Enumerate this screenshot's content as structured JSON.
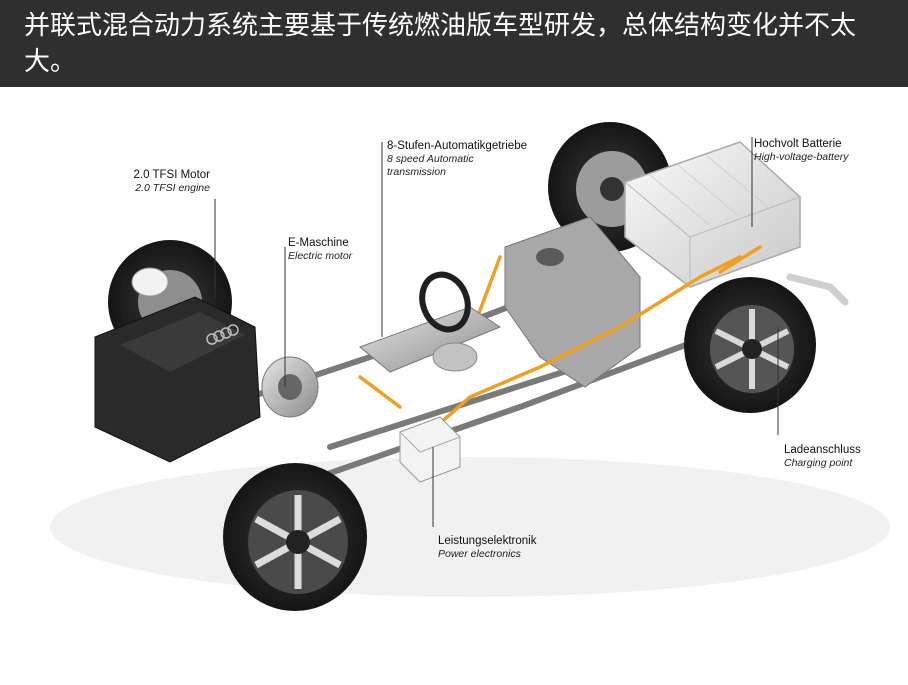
{
  "caption": "并联式混合动力系统主要基于传统燃油版车型研发，总体结构变化并不太大。",
  "labels": {
    "engine": {
      "de": "2.0 TFSI Motor",
      "en": "2.0 TFSI engine"
    },
    "motor": {
      "de": "E-Maschine",
      "en": "Electric motor"
    },
    "transmission": {
      "de": "8-Stufen-Automatikgetriebe",
      "en1": "8 speed Automatic",
      "en2": "transmission"
    },
    "battery": {
      "de": "Hochvolt Batterie",
      "en": "High-voltage-battery"
    },
    "charging": {
      "de": "Ladeanschluss",
      "en": "Charging point"
    },
    "power": {
      "de": "Leistungselektronik",
      "en": "Power electronics"
    }
  },
  "colors": {
    "banner": "#2f2f2f",
    "accent_orange": "#f0a020",
    "metal": "#9a9a9a",
    "dark": "#1c1c1c"
  }
}
